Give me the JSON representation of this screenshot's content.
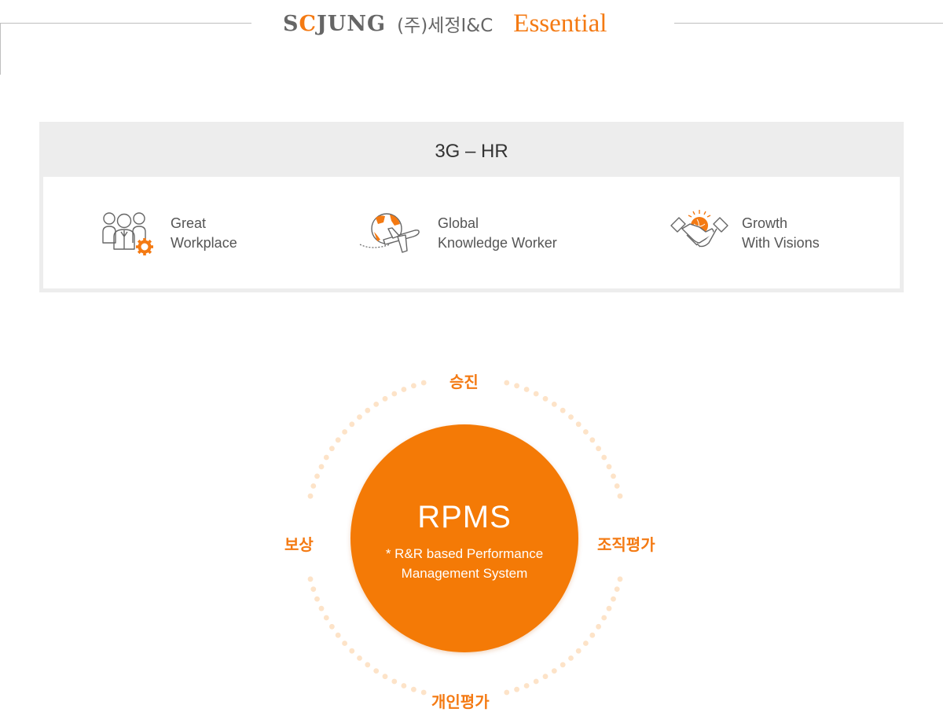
{
  "header": {
    "brand_pre": "S",
    "brand_o": "C",
    "brand_post": "JUNG",
    "company": "(주)세정I&C",
    "tagline": "Essential"
  },
  "hr": {
    "title": "3G – HR",
    "items": [
      {
        "icon": "people-gear-icon",
        "line1": "Great",
        "line2": "Workplace"
      },
      {
        "icon": "globe-airplane-icon",
        "line1": "Global",
        "line2": "Knowledge Worker"
      },
      {
        "icon": "handshake-icon",
        "line1": "Growth",
        "line2": "With Visions"
      }
    ]
  },
  "rpms": {
    "title": "RPMS",
    "sub_line1": "* R&R based Performance",
    "sub_line2": "Management System",
    "label_top": "승진",
    "label_right": "조직평가",
    "label_bottom": "개인평가",
    "label_left": "보상"
  },
  "colors": {
    "accent": "#f47a13",
    "circle": "#f47a06",
    "dots": "#fde3c8",
    "panel": "#ededed"
  }
}
